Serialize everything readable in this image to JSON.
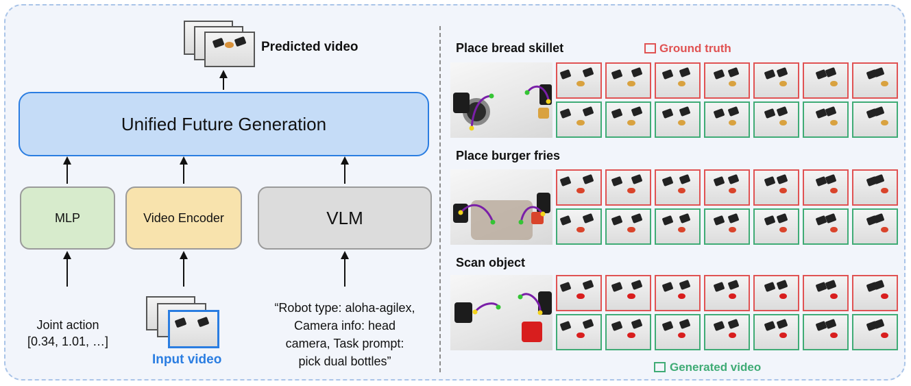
{
  "left": {
    "predicted_video_label": "Predicted video",
    "unified_future_generation": "Unified Future Generation",
    "mlp": "MLP",
    "video_encoder": "Video Encoder",
    "vlm": "VLM",
    "joint_action_line1": "Joint action",
    "joint_action_line2": "[0.34, 1.01, …]",
    "input_video_label": "Input video",
    "prompt_lines": [
      "“Robot type: aloha-agilex,",
      "Camera info: head",
      "camera, Task prompt:",
      "pick dual bottles”"
    ]
  },
  "right": {
    "legend_ground_truth": "Ground truth",
    "legend_generated": "Generated video",
    "rows": [
      {
        "title": "Place bread skillet"
      },
      {
        "title": "Place burger fries"
      },
      {
        "title": "Scan object"
      }
    ]
  },
  "colors": {
    "ground_truth": "#e05252",
    "generated": "#3fab75",
    "accent_blue": "#2a7de1",
    "trajectory": "#7a1fa8"
  }
}
